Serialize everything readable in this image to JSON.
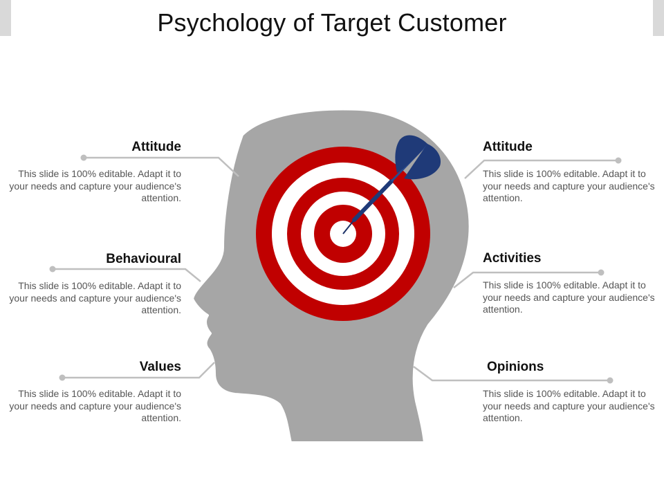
{
  "title": "Psychology of Target Customer",
  "items": [
    {
      "heading": "Attitude",
      "text": "This slide is 100% editable. Adapt it to your needs and capture your audience's attention."
    },
    {
      "heading": "Behavioural",
      "text": "This slide is 100% editable. Adapt it to your needs and capture your audience's attention."
    },
    {
      "heading": "Values",
      "text": "This slide is 100% editable. Adapt it to your needs and capture your audience's attention."
    },
    {
      "heading": "Attitude",
      "text": "This slide is 100% editable. Adapt it to your needs and capture your audience's attention."
    },
    {
      "heading": "Activities",
      "text": "This slide is 100% editable. Adapt it to your needs and capture your audience's attention."
    },
    {
      "heading": "Opinions",
      "text": "This slide is 100% editable. Adapt it to your needs and capture your audience's attention."
    }
  ],
  "colors": {
    "head": "#a6a6a6",
    "target_red": "#c00000",
    "dart": "#1f3a78",
    "connector": "#bfbfbf"
  },
  "icons": [
    "head-silhouette",
    "target-icon",
    "dart-icon"
  ]
}
